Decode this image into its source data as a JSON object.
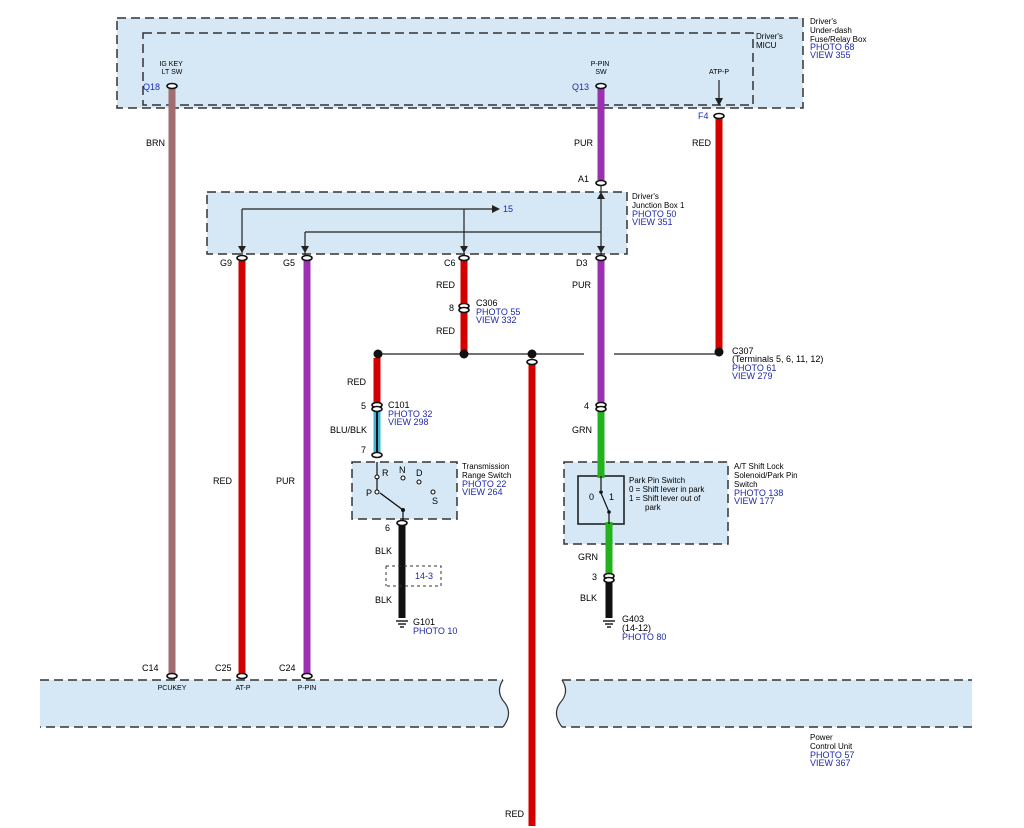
{
  "colors": {
    "box_fill": "#d6e8f5",
    "red": "#d40000",
    "purple": "#9b30b0",
    "brown": "#a26d70",
    "green": "#21b21c",
    "black": "#111111",
    "blue_text": "#1f2aa8",
    "blu_blk": "#3ab5d8"
  },
  "fuse_box": {
    "name": "Driver's\nUnder-dash\nFuse/Relay Box",
    "photo": "PHOTO 68",
    "view": "VIEW 355"
  },
  "micu": {
    "name": "Driver's\nMICU",
    "pin_ig": "IG KEY\nLT SW",
    "pin_ppin": "P-PIN\nSW",
    "pin_atp": "ATP-P",
    "q18": "Q18",
    "q13": "Q13",
    "f4": "F4"
  },
  "wires": {
    "brn": "BRN",
    "pur": "PUR",
    "red": "RED",
    "grn": "GRN",
    "blk": "BLK",
    "blu_blk": "BLU/BLK"
  },
  "junction_box": {
    "name": "Driver's\nJunction Box 1",
    "photo": "PHOTO 50",
    "view": "VIEW 351",
    "a1": "A1",
    "ref15": "15",
    "g9": "G9",
    "g5": "G5",
    "c6": "C6",
    "d3": "D3"
  },
  "c306": {
    "name": "C306",
    "pin": "8",
    "photo": "PHOTO 55",
    "view": "VIEW 332"
  },
  "c307": {
    "name": "C307",
    "terminals": "(Terminals 5, 6, 11, 12)",
    "photo": "PHOTO 61",
    "view": "VIEW 279"
  },
  "c101": {
    "name": "C101",
    "pin5": "5",
    "pin7": "7",
    "photo": "PHOTO 32",
    "view": "VIEW 298"
  },
  "trs": {
    "name": "Transmission\nRange Switch",
    "photo": "PHOTO 22",
    "view": "VIEW 264",
    "r": "R",
    "n": "N",
    "d": "D",
    "p": "P",
    "s": "S",
    "pin6": "6"
  },
  "ref_14_3": "14-3",
  "g101": {
    "name": "G101",
    "photo": "PHOTO 10"
  },
  "pin4": "4",
  "park_pin": {
    "title": "Park Pin Switch",
    "line0": "0 = Shift lever in park",
    "line1": "1 = Shift lever out of",
    "line1b": "park",
    "zero": "0",
    "one": "1",
    "pin3": "3"
  },
  "solenoid": {
    "name": "A/T Shift Lock\nSolenoid/Park Pin\nSwitch",
    "photo": "PHOTO 138",
    "view": "VIEW 177"
  },
  "g403": {
    "name": "G403",
    "ref": "(14-12)",
    "photo": "PHOTO 80"
  },
  "pcu": {
    "name": "Power\nControl Unit",
    "photo": "PHOTO 57",
    "view": "VIEW 367",
    "c14": "C14",
    "c25": "C25",
    "c24": "C24",
    "pcukey": "PCUKEY",
    "atp": "AT-P",
    "ppin": "P-PIN"
  }
}
